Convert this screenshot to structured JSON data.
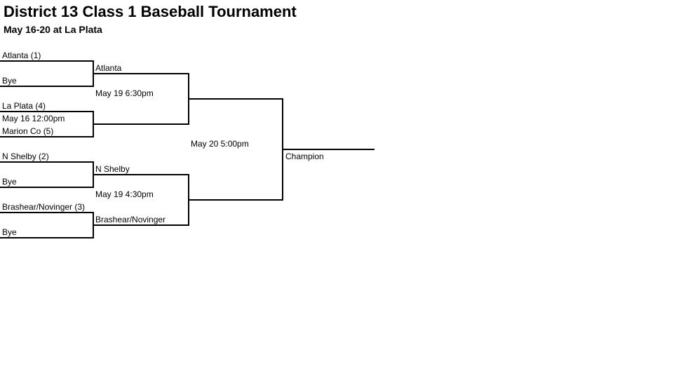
{
  "header": {
    "title": "District 13 Class 1 Baseball Tournament",
    "subtitle": "May 16-20 at La Plata"
  },
  "round1": {
    "g1_top": "Atlanta (1)",
    "g1_bottom": "Bye",
    "g2_top": "La Plata (4)",
    "g2_time": "May 16 12:00pm",
    "g2_bottom": "Marion Co (5)",
    "g3_top": "N Shelby (2)",
    "g3_bottom": "Bye",
    "g4_top": "Brashear/Novinger (3)",
    "g4_bottom": "Bye"
  },
  "round2": {
    "s1_top": "Atlanta",
    "s1_time": "May 19 6:30pm",
    "s2_top": "N Shelby",
    "s2_time": "May 19 4:30pm",
    "s2_bottom": "Brashear/Novinger"
  },
  "final": {
    "time": "May 20 5:00pm",
    "champion_label": "Champion"
  }
}
